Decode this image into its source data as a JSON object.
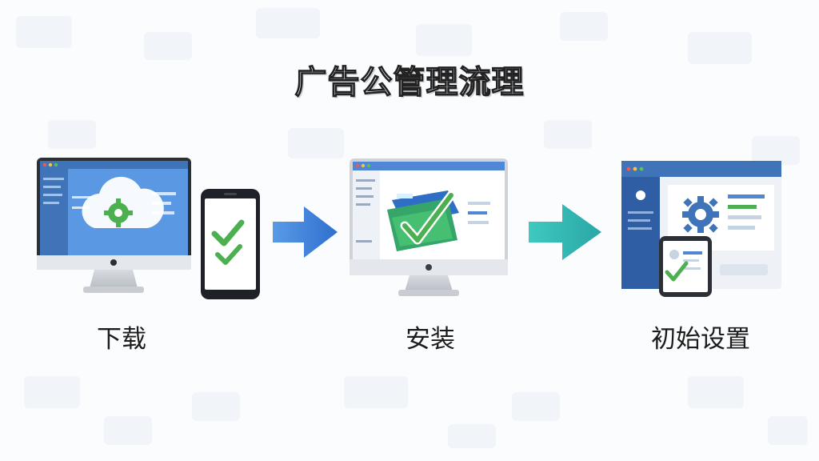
{
  "title": "广告公管理流理",
  "stages": [
    {
      "label": "下载",
      "icon": "cloud-gear-icon"
    },
    {
      "label": "安装",
      "icon": "checkmark-package-icon"
    },
    {
      "label": "初始设置",
      "icon": "gear-settings-icon"
    }
  ],
  "colors": {
    "accent_blue": "#3d7ed8",
    "arrow_blue": "#4a90d9",
    "arrow_teal": "#3dbdb6",
    "check_green": "#4caf50",
    "screen_blue": "#5b98e3"
  }
}
